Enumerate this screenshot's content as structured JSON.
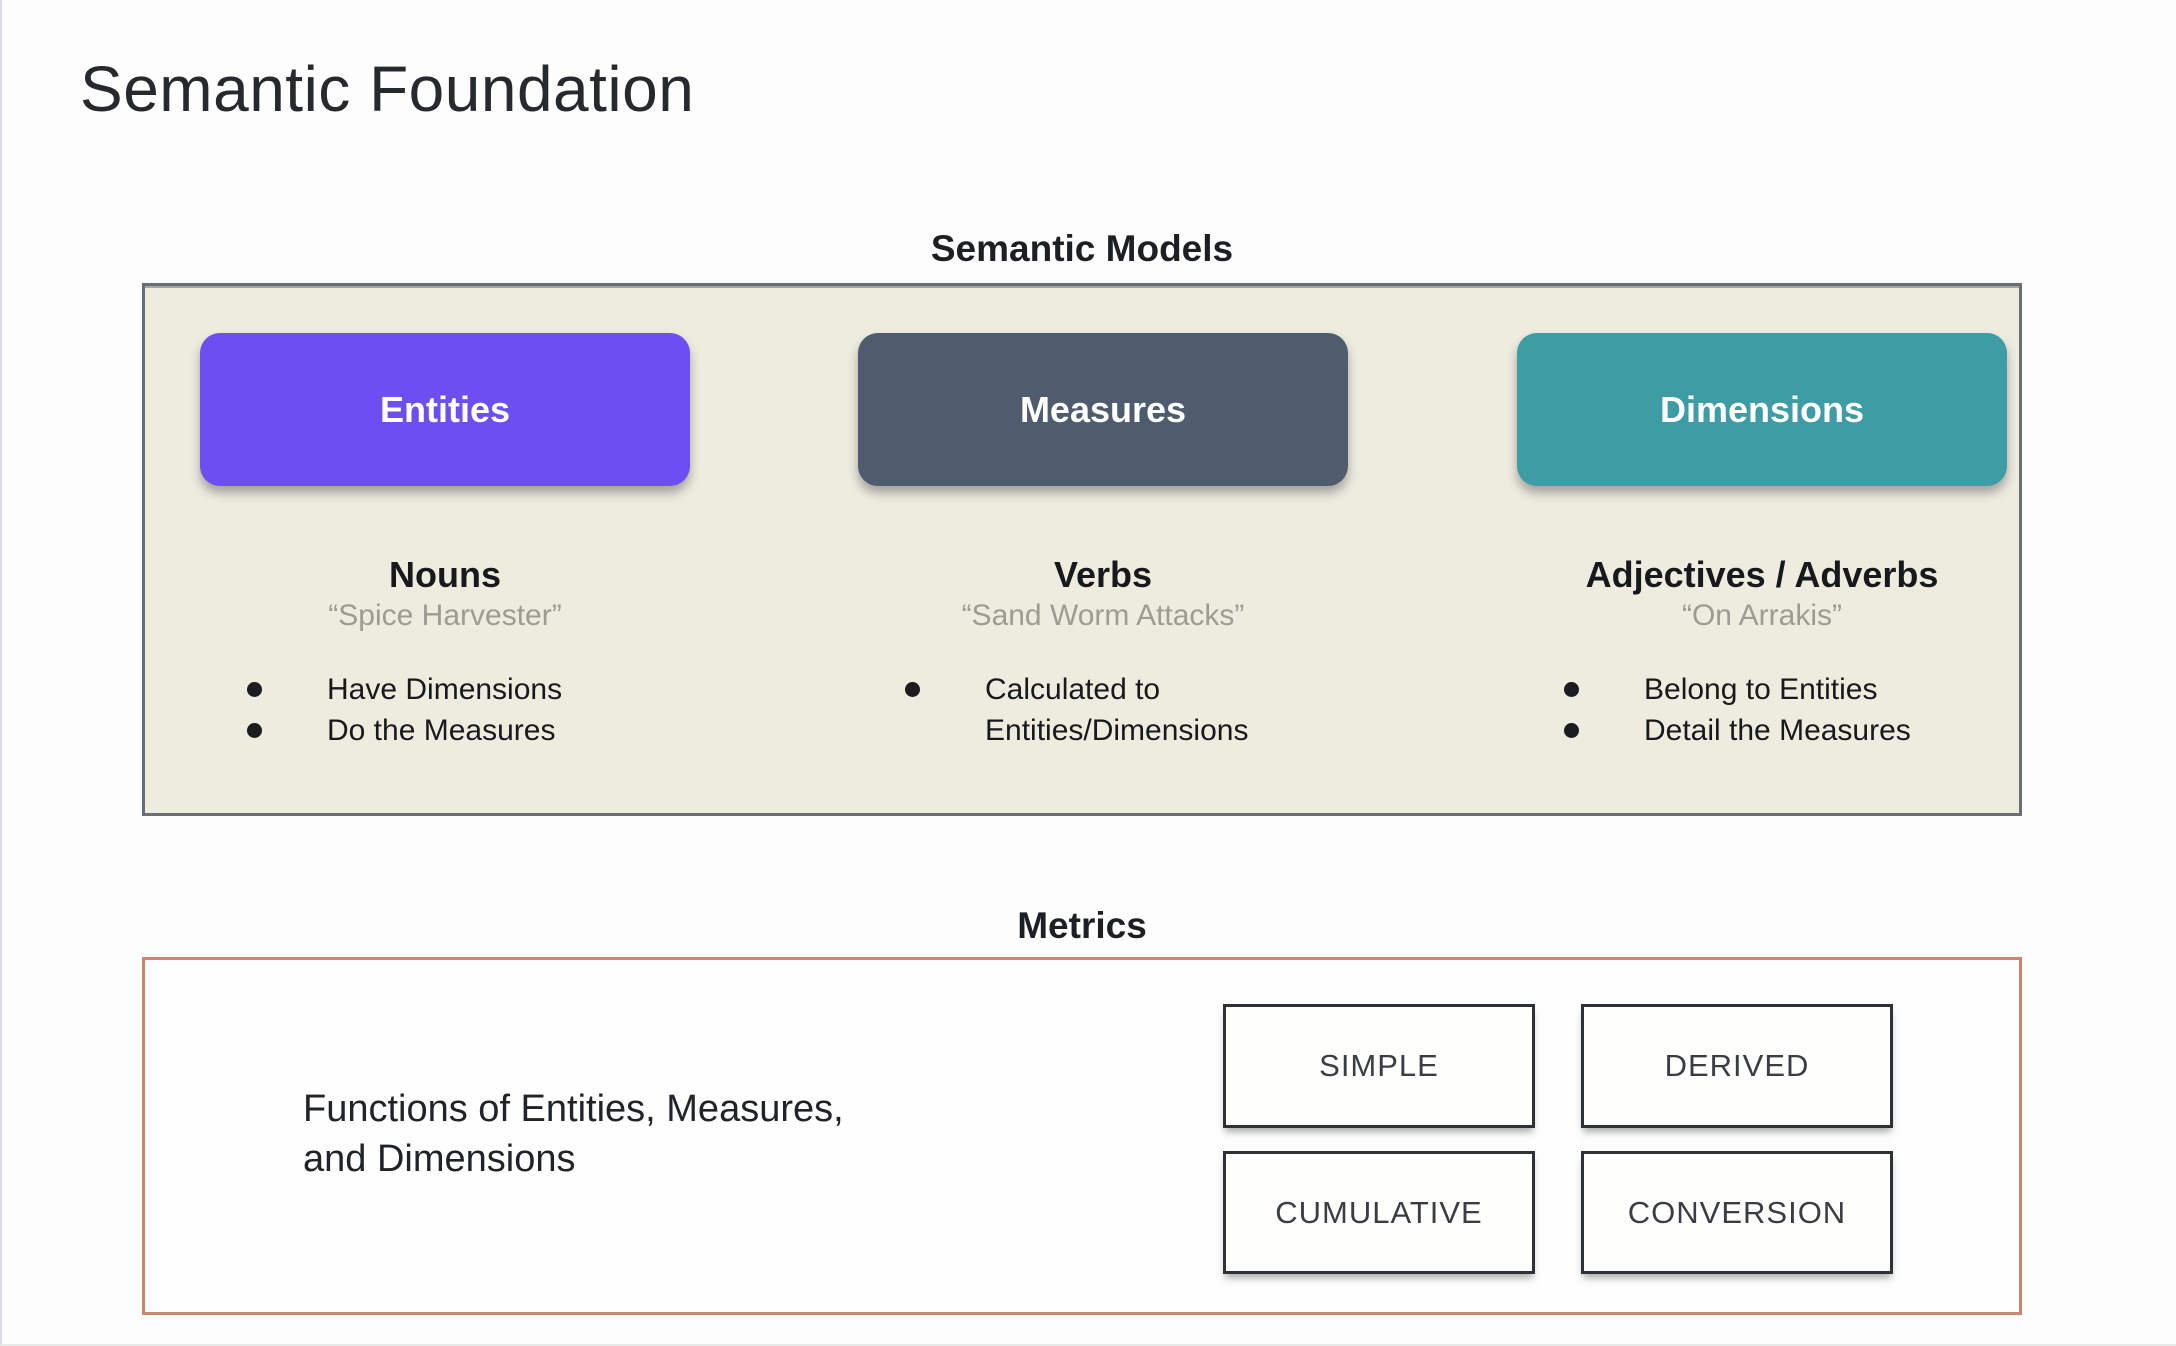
{
  "slide": {
    "title": "Semantic Foundation"
  },
  "semantic_models": {
    "heading": "Semantic Models",
    "panel_bg": "#edecdf",
    "columns": [
      {
        "button_label": "Entities",
        "color": "#6b4ff0",
        "part_of_speech": "Nouns",
        "example": "“Spice Harvester”",
        "bullets": [
          "Have Dimensions",
          "Do the Measures"
        ]
      },
      {
        "button_label": "Measures",
        "color": "#4f5c6d",
        "part_of_speech": "Verbs",
        "example": "“Sand Worm Attacks”",
        "bullets": [
          "Calculated to Entities/Dimensions"
        ]
      },
      {
        "button_label": "Dimensions",
        "color": "#3d9ca4",
        "part_of_speech": "Adjectives / Adverbs",
        "example": "“On Arrakis”",
        "bullets": [
          "Belong to Entities",
          "Detail the Measures"
        ]
      }
    ]
  },
  "metrics": {
    "heading": "Metrics",
    "border_color": "#cb8672",
    "description_lines": [
      "Functions of Entities, Measures,",
      "and Dimensions"
    ],
    "types": [
      "SIMPLE",
      "DERIVED",
      "CUMULATIVE",
      "CONVERSION"
    ]
  }
}
